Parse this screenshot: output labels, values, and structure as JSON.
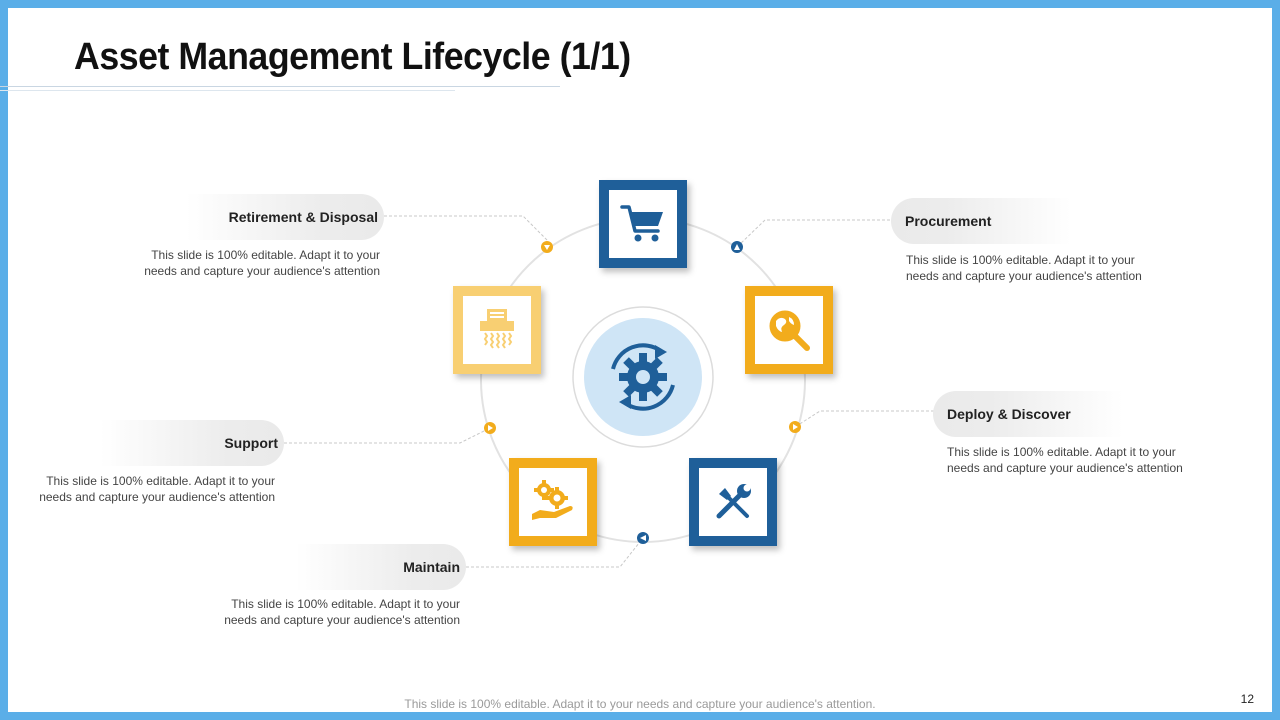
{
  "slide": {
    "title": "Asset Management Lifecycle (1/1)",
    "footer": "This slide is 100% editable. Adapt it to your needs and capture your audience's attention.",
    "page_number": "12"
  },
  "center": {
    "icon": "gears-cycle-icon"
  },
  "stages": {
    "procurement": {
      "label": "Procurement",
      "desc": "This slide is 100% editable. Adapt it to your needs and capture your audience's attention",
      "icon": "shopping-cart-icon"
    },
    "deploy": {
      "label": "Deploy & Discover",
      "desc": "This slide is 100% editable. Adapt it to your needs and capture your audience's attention",
      "icon": "globe-search-icon"
    },
    "maintain": {
      "label": "Maintain",
      "desc": "This slide is 100% editable. Adapt it to your needs and capture your audience's attention",
      "icon": "wrench-screwdriver-icon"
    },
    "support": {
      "label": "Support",
      "desc": "This slide is 100% editable. Adapt it to your needs and capture your audience's attention",
      "icon": "hand-gears-icon"
    },
    "retirement": {
      "label": "Retirement & Disposal",
      "desc": "This slide is 100% editable. Adapt it to your needs and capture your audience's attention",
      "icon": "paper-shredder-icon"
    }
  },
  "colors": {
    "blue": "#1f5f99",
    "yellow": "#f2ac1c",
    "light_yellow": "#f8cf72",
    "frame": "#5aaee8",
    "center_light": "#cfe5f6"
  }
}
